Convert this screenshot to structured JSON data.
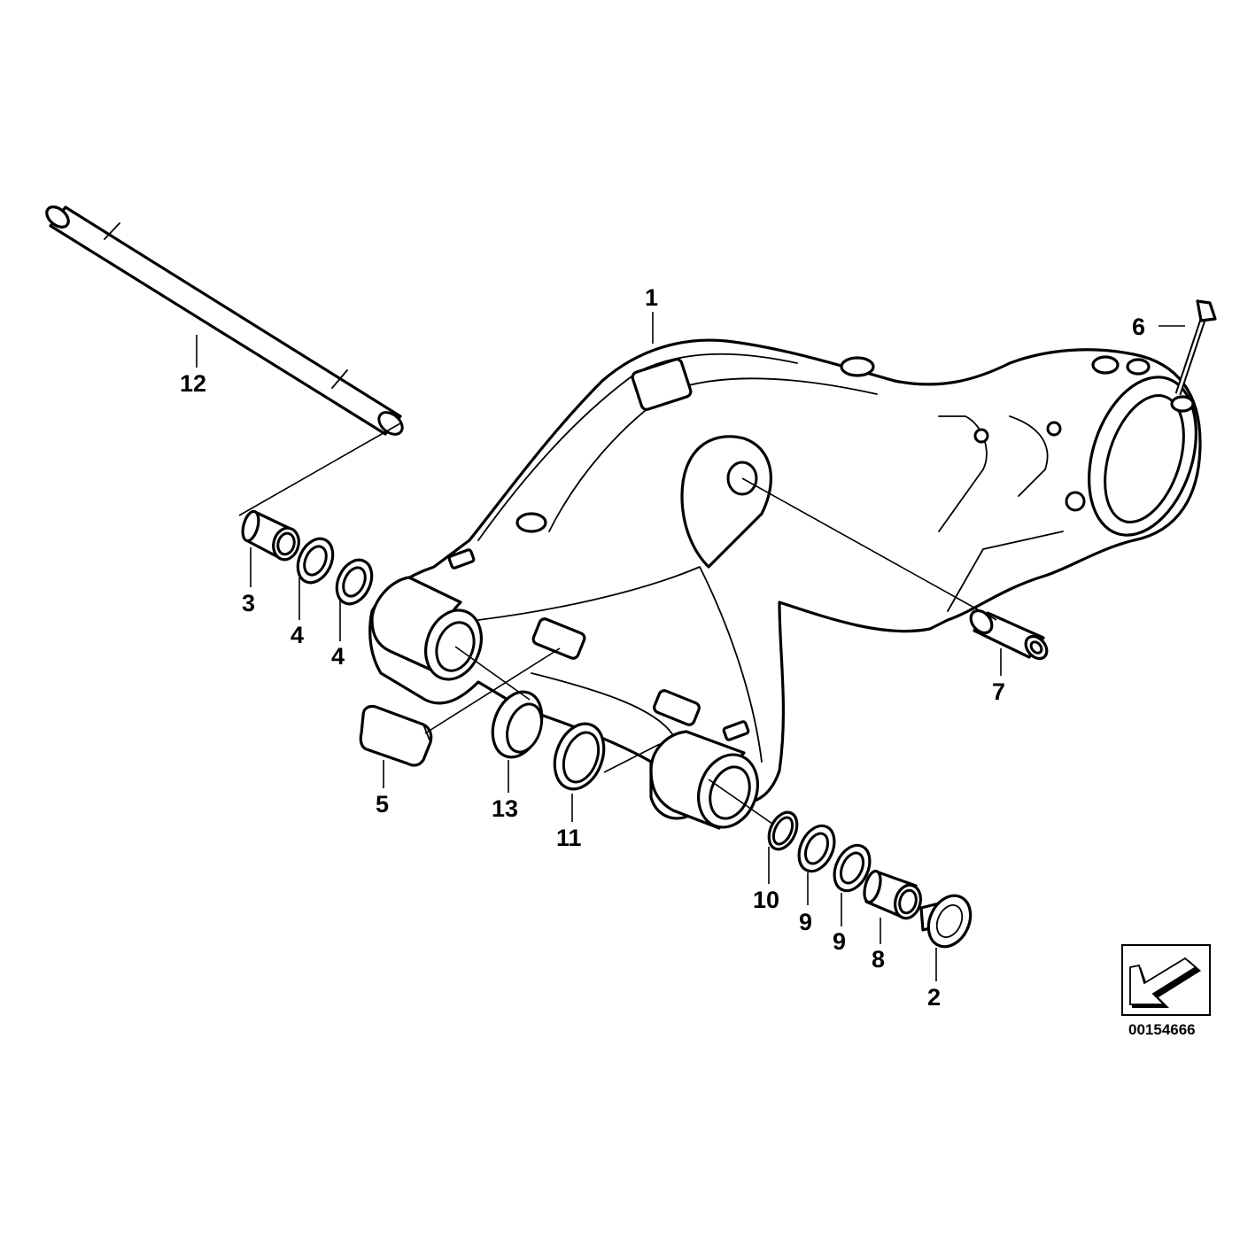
{
  "callouts": {
    "c1": "1",
    "c2": "2",
    "c3": "3",
    "c4a": "4",
    "c4b": "4",
    "c5": "5",
    "c6": "6",
    "c7": "7",
    "c8": "8",
    "c9a": "9",
    "c9b": "9",
    "c10": "10",
    "c11": "11",
    "c12": "12",
    "c13": "13"
  },
  "document_number": "00154666",
  "orientation_icon": "arrow-down-left-icon"
}
